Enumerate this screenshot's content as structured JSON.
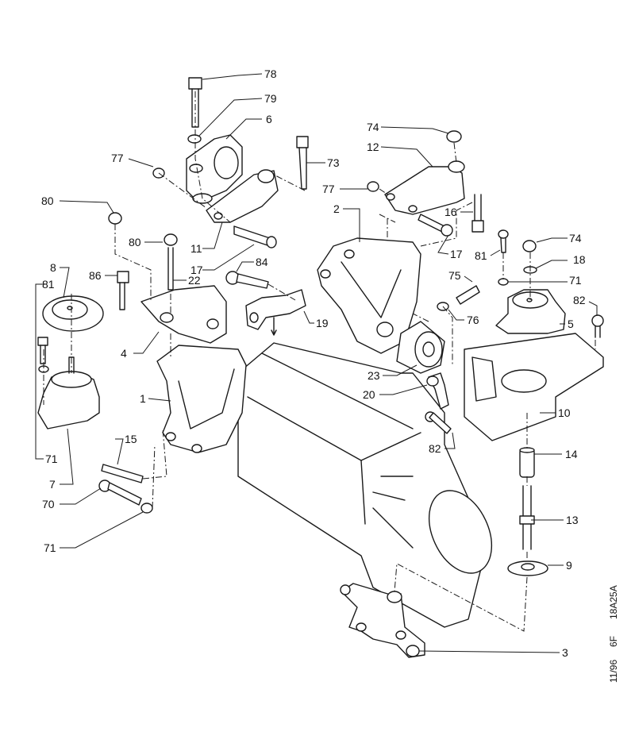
{
  "diagram": {
    "title": "Engine / gearbox mounting - exploded parts diagram",
    "reference_text": {
      "date": "11/96",
      "section": "6F",
      "figure_code": "18A25A"
    },
    "callouts": [
      {
        "id": "c78",
        "label": "78",
        "part": "bolt"
      },
      {
        "id": "c79",
        "label": "79",
        "part": "washer"
      },
      {
        "id": "c6",
        "label": "6",
        "part": "upper torque mount"
      },
      {
        "id": "c77a",
        "label": "77",
        "part": "nut"
      },
      {
        "id": "c73",
        "label": "73",
        "part": "bolt"
      },
      {
        "id": "c80a",
        "label": "80",
        "part": "nut"
      },
      {
        "id": "c80b",
        "label": "80",
        "part": "nut"
      },
      {
        "id": "c11",
        "label": "11",
        "part": "link bracket"
      },
      {
        "id": "c17a",
        "label": "17",
        "part": "bolt"
      },
      {
        "id": "c84",
        "label": "84",
        "part": "bolt"
      },
      {
        "id": "c86",
        "label": "86",
        "part": "bolt"
      },
      {
        "id": "c22",
        "label": "22",
        "part": "stud"
      },
      {
        "id": "c8",
        "label": "8",
        "part": "cup plate"
      },
      {
        "id": "c81a",
        "label": "81",
        "part": "screw"
      },
      {
        "id": "c4",
        "label": "4",
        "part": "support bracket"
      },
      {
        "id": "c1",
        "label": "1",
        "part": "engine bracket"
      },
      {
        "id": "c71a",
        "label": "71",
        "part": "washer"
      },
      {
        "id": "c7",
        "label": "7",
        "part": "rubber mount"
      },
      {
        "id": "c15",
        "label": "15",
        "part": "stud"
      },
      {
        "id": "c70",
        "label": "70",
        "part": "bolt"
      },
      {
        "id": "c71b",
        "label": "71",
        "part": "washer"
      },
      {
        "id": "c74a",
        "label": "74",
        "part": "nut"
      },
      {
        "id": "c12",
        "label": "12",
        "part": "torque link"
      },
      {
        "id": "c77b",
        "label": "77",
        "part": "nut"
      },
      {
        "id": "c2",
        "label": "2",
        "part": "gearbox bracket"
      },
      {
        "id": "c16",
        "label": "16",
        "part": "bolt"
      },
      {
        "id": "c17b",
        "label": "17",
        "part": "bolt"
      },
      {
        "id": "c81b",
        "label": "81",
        "part": "screw"
      },
      {
        "id": "c74b",
        "label": "74",
        "part": "nut"
      },
      {
        "id": "c18",
        "label": "18",
        "part": "washer"
      },
      {
        "id": "c71c",
        "label": "71",
        "part": "washer"
      },
      {
        "id": "c75",
        "label": "75",
        "part": "bolt"
      },
      {
        "id": "c76",
        "label": "76",
        "part": "washer"
      },
      {
        "id": "c82a",
        "label": "82",
        "part": "bolt"
      },
      {
        "id": "c5",
        "label": "5",
        "part": "rubber mount"
      },
      {
        "id": "c19",
        "label": "19",
        "part": "clip bracket"
      },
      {
        "id": "c23",
        "label": "23",
        "part": "bush"
      },
      {
        "id": "c20",
        "label": "20",
        "part": "clip"
      },
      {
        "id": "c82b",
        "label": "82",
        "part": "bolt"
      },
      {
        "id": "c10",
        "label": "10",
        "part": "mount support tray"
      },
      {
        "id": "c14",
        "label": "14",
        "part": "spacer"
      },
      {
        "id": "c13",
        "label": "13",
        "part": "stud"
      },
      {
        "id": "c9",
        "label": "9",
        "part": "cup washer"
      },
      {
        "id": "c3",
        "label": "3",
        "part": "lower bracket"
      }
    ]
  }
}
